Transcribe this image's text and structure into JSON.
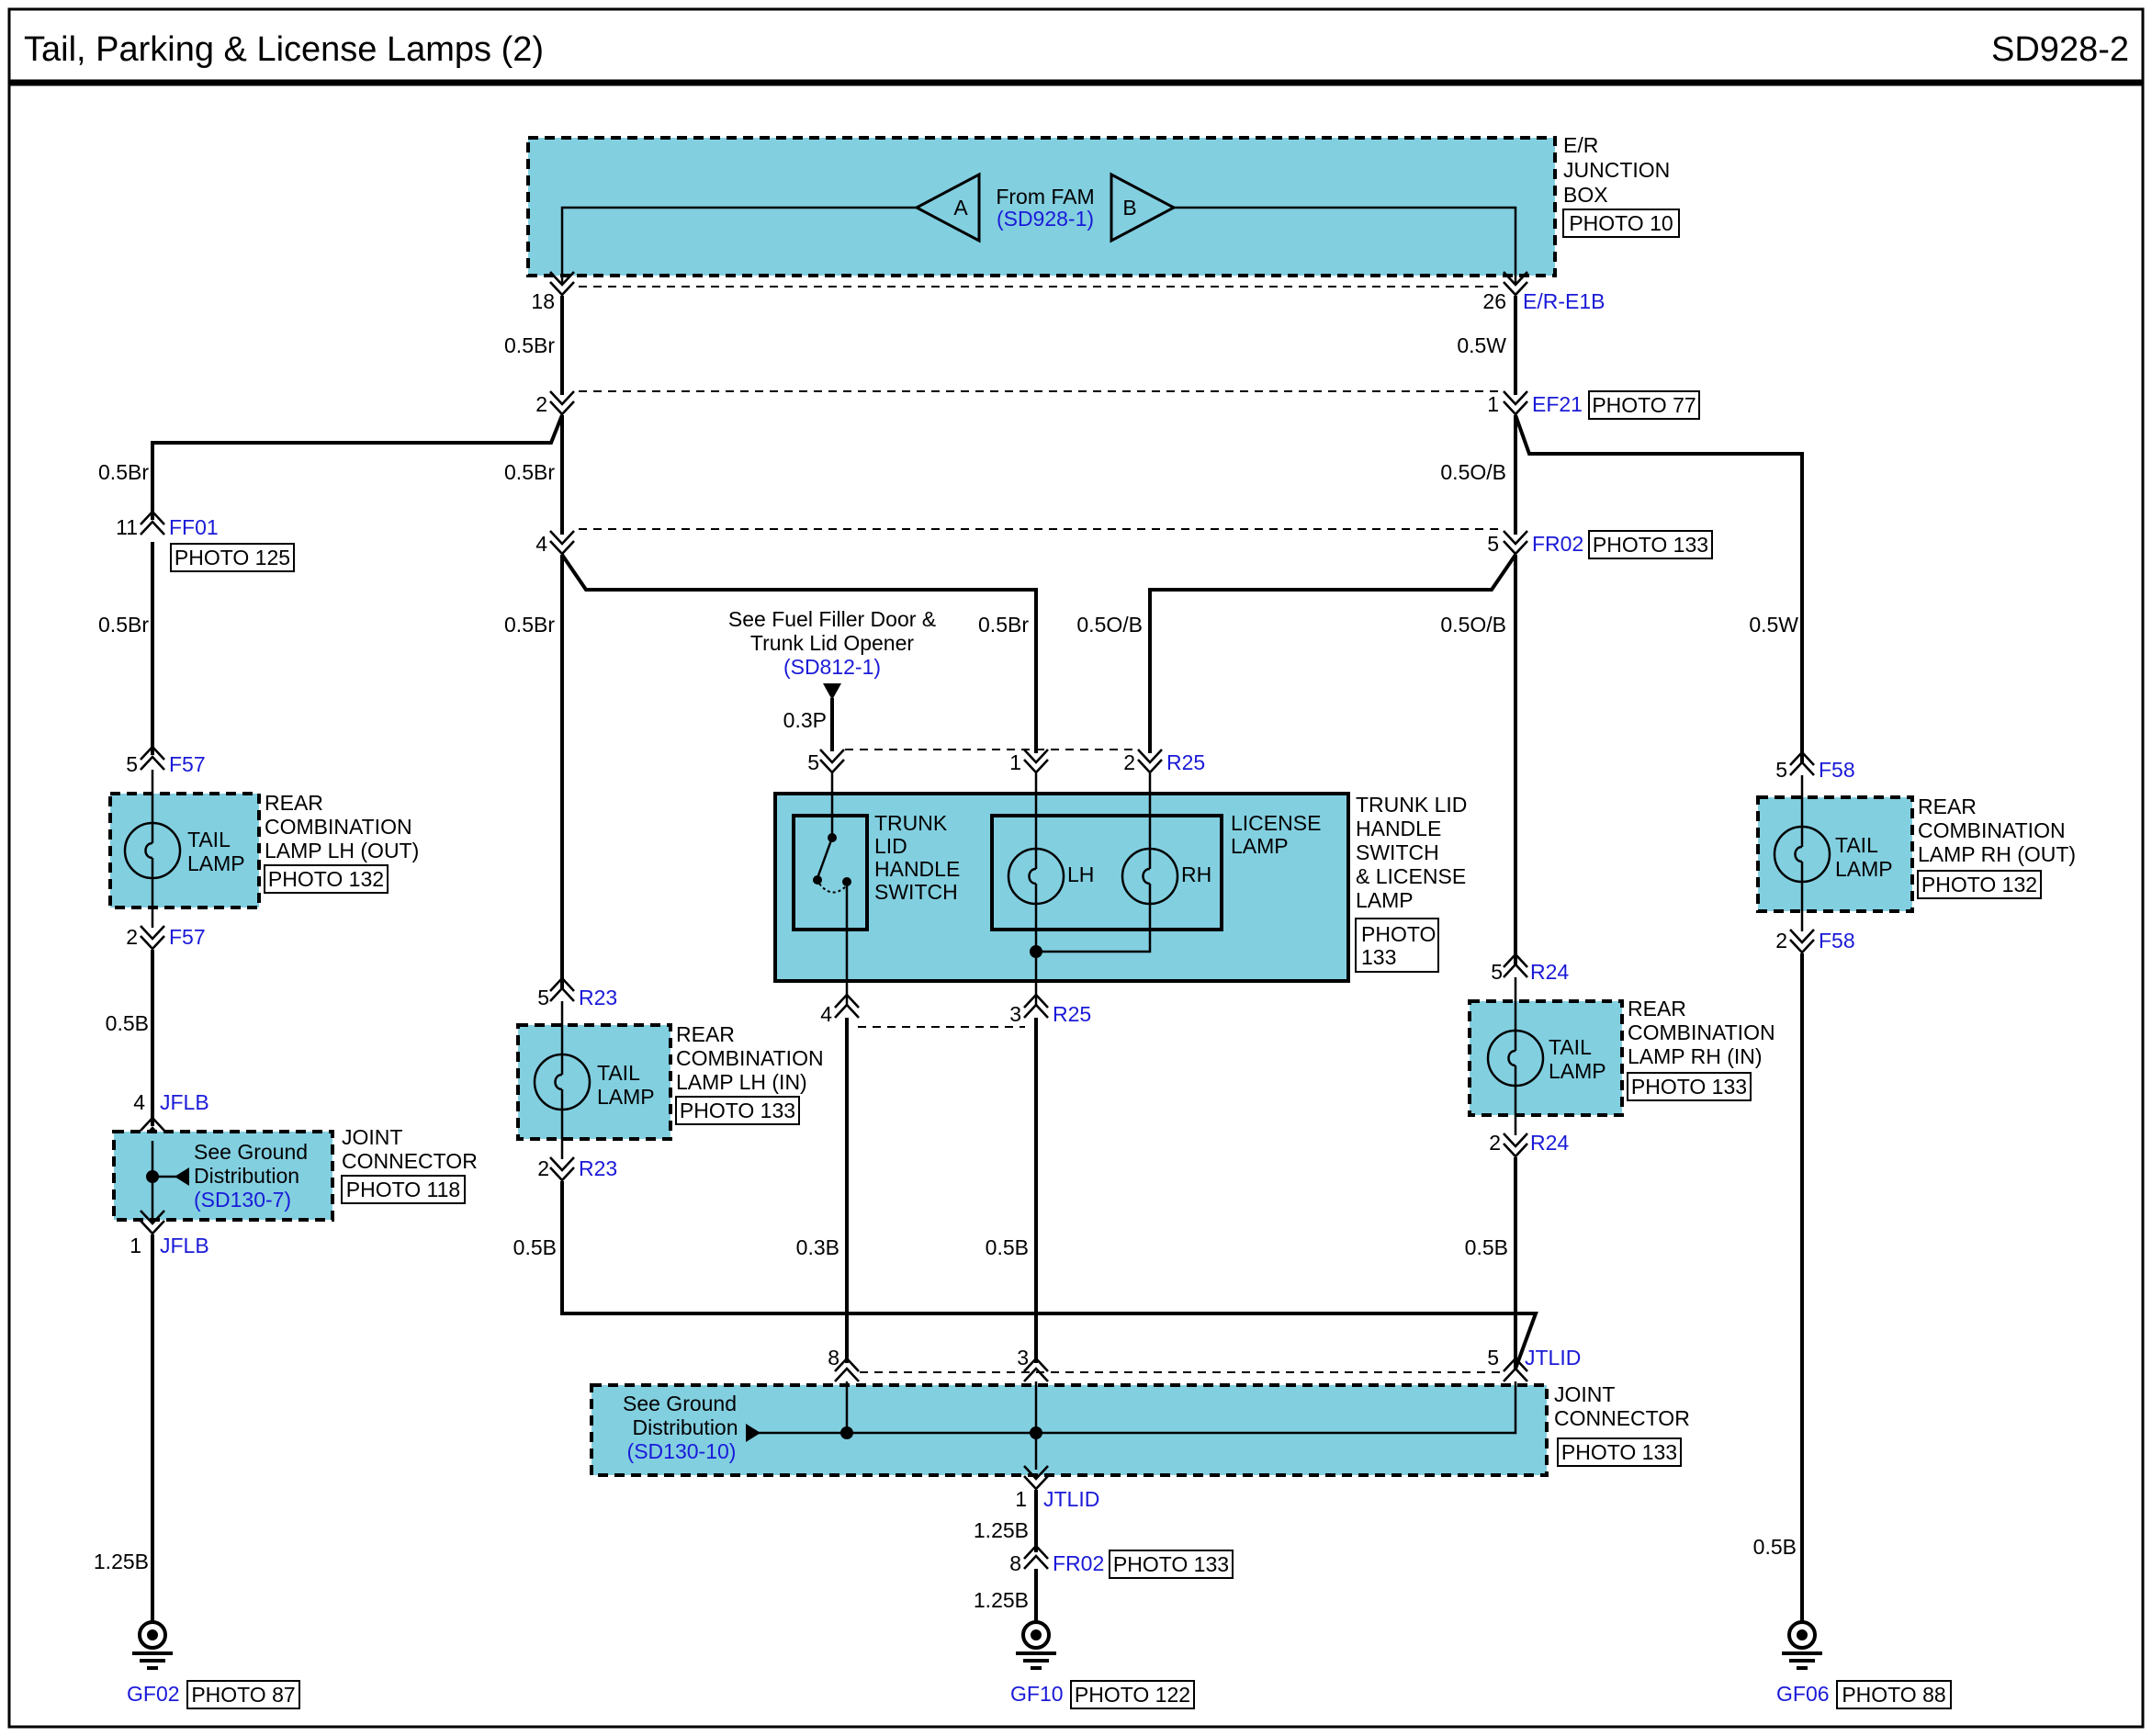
{
  "header": {
    "title": "Tail, Parking & License Lamps (2)",
    "code": "SD928-2"
  },
  "junction_box": {
    "label_lines": [
      "E/R",
      "JUNCTION",
      "BOX"
    ],
    "photo": "PHOTO 10",
    "from_text": "From FAM",
    "from_ref": "(SD928-1)",
    "in_a": "A",
    "in_b": "B",
    "pin_left": "18",
    "pin_right": "26",
    "connector": "E/R-E1B"
  },
  "wires": {
    "w_18": "0.5Br",
    "w_26": "0.5W",
    "w_ff01_top": "0.5Br",
    "w_center_top": "0.5Br",
    "w_ef21_out": "0.5O/B",
    "w_ff01_bot": "0.5Br",
    "w_r23_top": "0.5Br",
    "w_lic_top": "0.5Br",
    "w_lic_ob": "0.5O/B",
    "w_r24_top": "0.5O/B",
    "w_f58_top": "0.5W",
    "w_switch_in": "0.3P",
    "w_f57_bot": "0.5B",
    "w_r23_bot": "0.5B",
    "w_switch_gnd": "0.3B",
    "w_lic_gnd": "0.5B",
    "w_r24_bot": "0.5B",
    "w_jflb_gnd": "1.25B",
    "w_jtlid_gnd": "1.25B",
    "w_fr02_gnd": "1.25B",
    "w_f58_gnd": "0.5B"
  },
  "connectors": {
    "ef21": {
      "pin_in": "2",
      "pin_out": "1",
      "name": "EF21",
      "photo": "PHOTO 77"
    },
    "fr02": {
      "pin_l": "4",
      "pin_r": "5",
      "name": "FR02",
      "photo": "PHOTO 133"
    },
    "ff01": {
      "pin": "11",
      "name": "FF01",
      "photo": "PHOTO 125"
    },
    "f57_top": {
      "pin": "5",
      "name": "F57"
    },
    "f57_bot": {
      "pin": "2",
      "name": "F57"
    },
    "jflb_top": {
      "pin": "4",
      "name": "JFLB"
    },
    "jflb_bot": {
      "pin": "1",
      "name": "JFLB"
    },
    "r23_top": {
      "pin": "5",
      "name": "R23"
    },
    "r23_bot": {
      "pin": "2",
      "name": "R23"
    },
    "r25_top": {
      "pin5": "5",
      "pin1": "1",
      "pin2": "2",
      "name": "R25"
    },
    "r25_bot": {
      "pin4": "4",
      "pin3": "3",
      "name": "R25"
    },
    "r24_top": {
      "pin": "5",
      "name": "R24"
    },
    "r24_bot": {
      "pin": "2",
      "name": "R24"
    },
    "f58_top": {
      "pin": "5",
      "name": "F58"
    },
    "f58_bot": {
      "pin": "2",
      "name": "F58"
    },
    "jtlid_top": {
      "pin8": "8",
      "pin3": "3",
      "pin5": "5",
      "name": "JTLID"
    },
    "jtlid_bot": {
      "pin": "1",
      "name": "JTLID"
    },
    "fr02_gnd": {
      "pin": "8",
      "name": "FR02",
      "photo": "PHOTO 133"
    }
  },
  "components": {
    "rcl_lh_out": {
      "inner1": "TAIL",
      "inner2": "LAMP",
      "label_lines": [
        "REAR",
        "COMBINATION",
        "LAMP LH (OUT)"
      ],
      "photo": "PHOTO 132"
    },
    "rcl_lh_in": {
      "inner1": "TAIL",
      "inner2": "LAMP",
      "label_lines": [
        "REAR",
        "COMBINATION",
        "LAMP LH (IN)"
      ],
      "photo": "PHOTO 133"
    },
    "rcl_rh_out": {
      "inner1": "TAIL",
      "inner2": "LAMP",
      "label_lines": [
        "REAR",
        "COMBINATION",
        "LAMP RH (OUT)"
      ],
      "photo": "PHOTO 132"
    },
    "rcl_rh_in": {
      "inner1": "TAIL",
      "inner2": "LAMP",
      "label_lines": [
        "REAR",
        "COMBINATION",
        "LAMP RH (IN)"
      ],
      "photo": "PHOTO 133"
    },
    "jflb_joint": {
      "see1": "See Ground",
      "see2": "Distribution",
      "ref": "(SD130-7)",
      "label_lines": [
        "JOINT",
        "CONNECTOR"
      ],
      "photo": "PHOTO 118"
    },
    "jtlid_joint": {
      "see1": "See Ground",
      "see2": "Distribution",
      "ref": "(SD130-10)",
      "label_lines": [
        "JOINT",
        "CONNECTOR"
      ],
      "photo": "PHOTO 133"
    },
    "trunk": {
      "switch_lines": [
        "TRUNK",
        "LID",
        "HANDLE",
        "SWITCH"
      ],
      "license_lines": [
        "LICENSE",
        "LAMP"
      ],
      "lh": "LH",
      "rh": "RH",
      "label_lines": [
        "TRUNK LID",
        "HANDLE",
        "SWITCH",
        "& LICENSE",
        "LAMP"
      ],
      "photo_lines": [
        "PHOTO",
        "133"
      ]
    }
  },
  "fuel_note": {
    "line1": "See Fuel Filler Door &",
    "line2": "Trunk Lid Opener",
    "ref": "(SD812-1)"
  },
  "grounds": {
    "gf02": {
      "name": "GF02",
      "photo": "PHOTO 87"
    },
    "gf10": {
      "name": "GF10",
      "photo": "PHOTO 122"
    },
    "gf06": {
      "name": "GF06",
      "photo": "PHOTO 88"
    }
  }
}
